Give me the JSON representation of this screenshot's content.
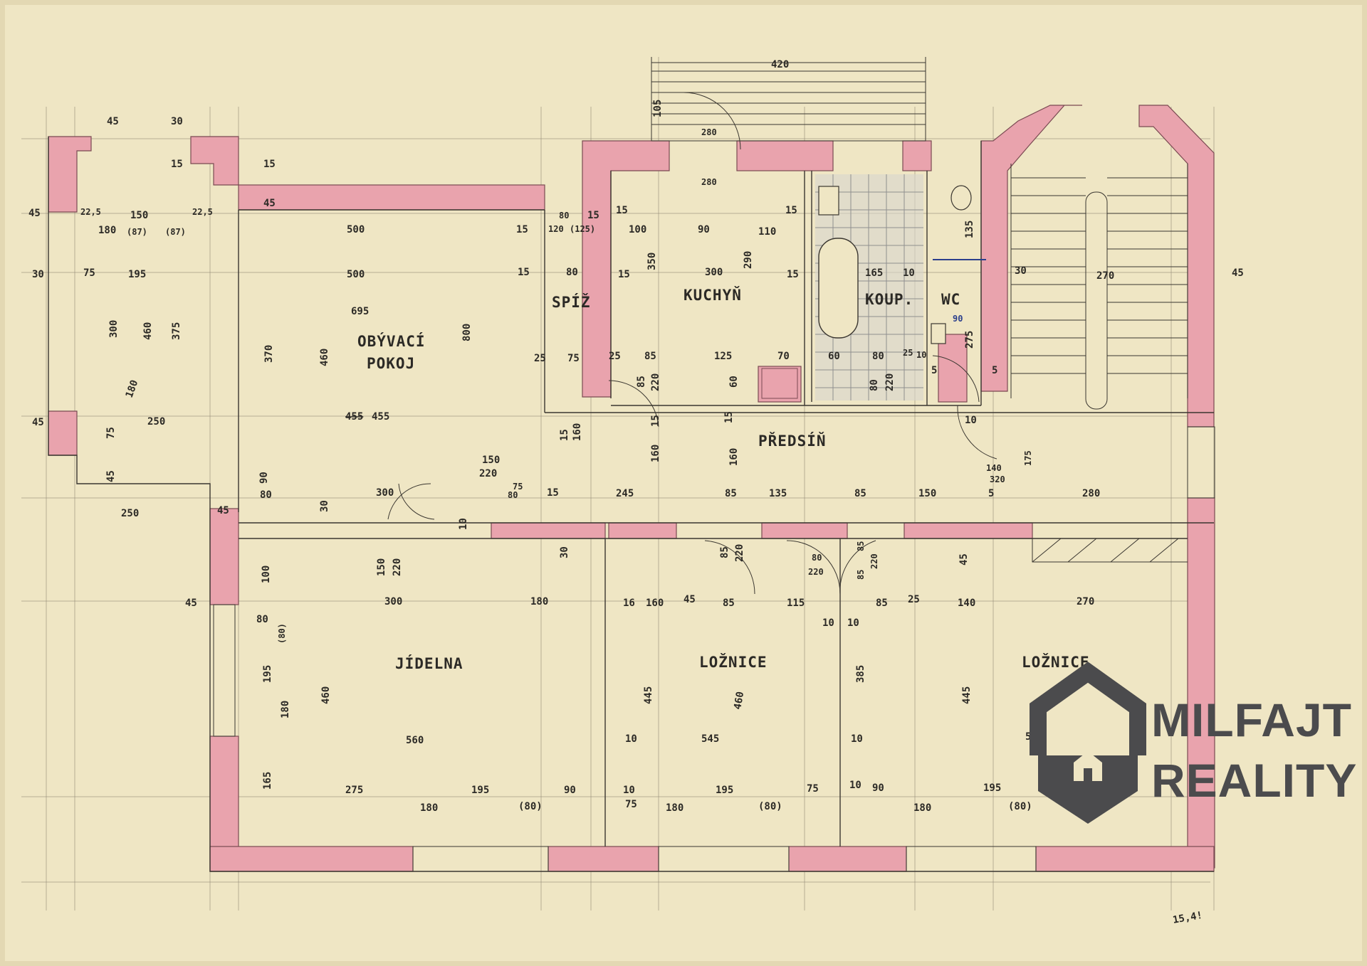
{
  "rooms": {
    "obyvaci_line1": "OBÝVACÍ",
    "obyvaci_line2": "POKOJ",
    "kuchyn": "KUCHYŇ",
    "spiz": "SPÍŽ",
    "koupelna": "KOUP.",
    "wc": "WC",
    "predsin": "PŘEDSÍŇ",
    "jidelna": "JÍDELNA",
    "loznice_1": "LOŽNICE",
    "loznice_2": "LOŽNICE"
  },
  "dimensions": {
    "top_420": "420",
    "d105": "105",
    "d280a": "280",
    "d280b": "280",
    "d45_tl": "45",
    "d30_tl": "30",
    "d15_a": "15",
    "d15_b": "15",
    "d45_b": "45",
    "d45_left": "45",
    "d225_a": "22,5",
    "d150_a": "150",
    "d225_b": "22,5",
    "d180_a": "180",
    "d87_a": "(87)",
    "d87_b": "(87)",
    "d30_left": "30",
    "d75_a": "75",
    "d195_a": "195",
    "d300_a": "300",
    "d460_a": "460",
    "d375": "375",
    "d180_b": "180",
    "d45_left2": "45",
    "d250_a": "250",
    "d75_b": "75",
    "d45_c": "45",
    "d250_b": "250",
    "d500_a": "500",
    "d500_b": "500",
    "d695": "695",
    "d370": "370",
    "d460_b": "460",
    "d800": "800",
    "d455": "455",
    "d455x": "455",
    "d15_c": "15",
    "d15_d": "15",
    "d80_a": "80",
    "d120": "120",
    "d125": "(125)",
    "d15_e": "15",
    "d25_a": "25",
    "d75_c": "75",
    "d100_k": "100",
    "d90_k": "90",
    "d110_k": "110",
    "d15_k1": "15",
    "d15_k2": "15",
    "d350": "350",
    "d300_k": "300",
    "d290": "290",
    "d15_k3": "15",
    "d15_k4": "15",
    "d25_k": "25",
    "d85_k": "85",
    "d125_k": "125",
    "d70_k": "70",
    "d85_k2": "85",
    "d220_k": "220",
    "d60_k": "60",
    "d165_b": "165",
    "d10_b": "10",
    "d60_b": "60",
    "d80_b": "80",
    "d25_b": "25",
    "d10_b2": "10",
    "d80_b2": "80",
    "d220_b": "220",
    "d135_wc": "135",
    "d275_wc": "275",
    "d90_wc": "90",
    "d5_a": "5",
    "d5_b": "5",
    "d30_st": "30",
    "d270_st": "270",
    "d45_right": "45",
    "d15_p1": "15",
    "d160_p": "160",
    "d15_p2": "15",
    "d160_p2": "160",
    "d15_p3": "15",
    "d160_p3": "160",
    "d150_p": "150",
    "d220_p": "220",
    "d75_p": "75",
    "d80_p": "80",
    "d15_p4": "15",
    "d245": "245",
    "d85_p": "85",
    "d135_p": "135",
    "d85_p2": "85",
    "d150_p2": "150",
    "d280_p": "280",
    "d10_p": "10",
    "d140": "140",
    "d175": "175",
    "d320": "320",
    "d5_p": "5",
    "d90_j": "90",
    "d80_j": "80",
    "d30_j": "30",
    "d300_j": "300",
    "d10_j": "10",
    "d45_j": "45",
    "d150_j": "150",
    "d220_j": "220",
    "d30_j2": "30",
    "d100_j": "100",
    "d300_j2": "300",
    "d180_j": "180",
    "d16_l": "16",
    "d160_l": "160",
    "d45_l": "45",
    "d85_l": "85",
    "d115_l": "115",
    "d85_l2": "85",
    "d220_l": "220",
    "d80_l": "80",
    "d220_l2": "220",
    "d10_l": "10",
    "d10_l2": "10",
    "d85_l3": "85",
    "d85_l4": "85",
    "d220_l3": "220",
    "d85_r": "85",
    "d25_r": "25",
    "d140_r": "140",
    "d270_r": "270",
    "d45_r": "45",
    "d45_j2": "45",
    "d80_j2": "80",
    "d80p_j": "(80)",
    "d195_j": "195",
    "d180_j2": "180",
    "d460_j": "460",
    "d560": "560",
    "d445_l1": "445",
    "d460_l1": "460",
    "d10_l1": "10",
    "d545": "545",
    "d385": "385",
    "d445_l2": "445",
    "d10_l2b": "10",
    "d53": "53",
    "d165_j": "165",
    "d275_j": "275",
    "d180_j3": "180",
    "d195_j2": "195",
    "d80p_j2": "(80)",
    "d90_j2": "90",
    "d10_l1b": "10",
    "d75_l1": "75",
    "d180_l1": "180",
    "d195_l1": "195",
    "d80p_l1": "(80)",
    "d75_l1b": "75",
    "d10_l2c": "10",
    "d90_l2": "90",
    "d180_l2": "180",
    "d195_l2": "195",
    "d80p_l2": "(80)",
    "sheet_no": "15,4!"
  },
  "logo": {
    "line1": "MILFAJT",
    "line2": "REALITY",
    "icon": "house-shield-icon",
    "color": "#4b4b4d"
  },
  "colors": {
    "paper": "#efe6c4",
    "wall_pink": "#e9a3ad",
    "ink": "#2c2a26"
  }
}
